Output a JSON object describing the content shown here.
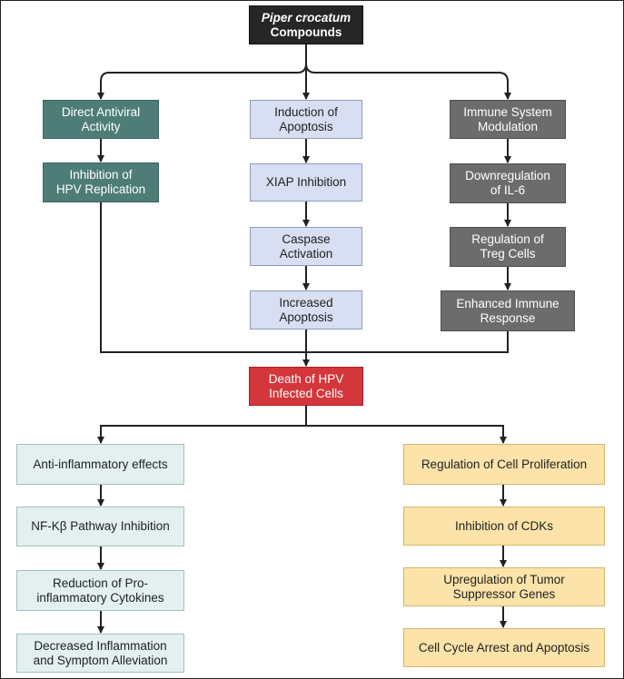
{
  "root": {
    "line1": "Piper crocatum",
    "line2": "Compounds"
  },
  "left_branch": {
    "head": "Direct Antiviral\nActivity",
    "step1": "Inhibition of\nHPV Replication"
  },
  "middle_branch": {
    "head": "Induction of\nApoptosis",
    "step1": "XIAP Inhibition",
    "step2": "Caspase\nActivation",
    "step3": "Increased\nApoptosis"
  },
  "right_branch": {
    "head": "Immune System\nModulation",
    "step1": "Downregulation\nof IL-6",
    "step2": "Regulation of\nTreg Cells",
    "step3": "Enhanced Immune\nResponse"
  },
  "convergence": "Death of HPV\nInfected Cells",
  "lower_left": {
    "step1": "Anti-inflammatory effects",
    "step2": "NF-Kβ Pathway Inhibition",
    "step3": "Reduction of Pro-\ninflammatory Cytokines",
    "step4": "Decreased Inflammation\nand Symptom Alleviation"
  },
  "lower_right": {
    "step1": "Regulation of Cell Proliferation",
    "step2": "Inhibition of CDKs",
    "step3": "Upregulation of Tumor\nSuppressor Genes",
    "step4": "Cell Cycle Arrest and Apoptosis"
  },
  "colors": {
    "antiviral": "#4e7d78",
    "apoptosis": "#d8dff2",
    "immune": "#6c6c6c",
    "root": "#262626",
    "death": "#d3363b",
    "inflammation": "#e3f0ef",
    "proliferation": "#fbe3a9"
  }
}
